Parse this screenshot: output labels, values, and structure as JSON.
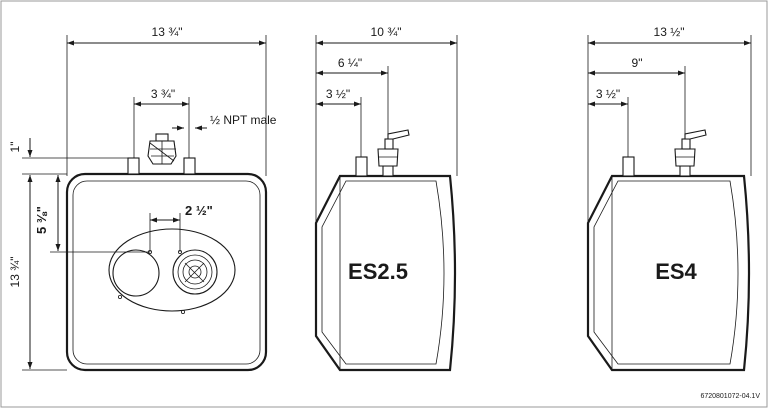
{
  "front_view": {
    "width_label": "13 ¾\"",
    "inlet_spacing_label": "3 ¾\"",
    "npt_label": "½ NPT male",
    "top_offset_label": "1\"",
    "height_label": "13 ¾\"",
    "center_height_label": "5 ⅜\"",
    "center_spacing_label": "2 ½\""
  },
  "side_es25": {
    "model": "ES2.5",
    "depth_label": "10 ¾\"",
    "outlet_label": "6 ¼\"",
    "inlet_label": "3 ½\""
  },
  "side_es4": {
    "model": "ES4",
    "depth_label": "13 ½\"",
    "outlet_label": "9\"",
    "inlet_label": "3 ½\""
  },
  "doc_number": "6720801072-04.1V",
  "colors": {
    "line": "#1a1a1a",
    "background": "#ffffff",
    "border": "#9a9a9a"
  }
}
